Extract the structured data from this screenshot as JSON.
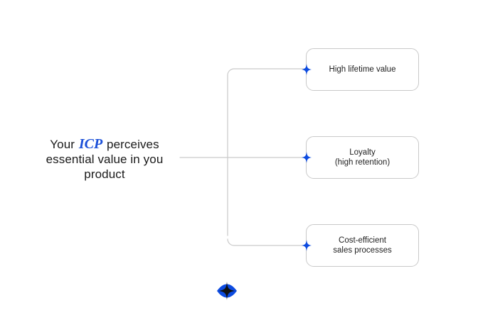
{
  "diagram": {
    "type": "mind-map",
    "background_color": "#ffffff",
    "accent_color": "#1a4fd8",
    "line_color": "#c9c9c9",
    "text_color": "#1f1f1f",
    "root": {
      "text_before": "Your ",
      "highlight": "ICP",
      "text_after": " perceives essential value in you product",
      "full_text": "Your ICP perceives essential value in you product"
    },
    "branches": [
      {
        "id": "high-lifetime-value",
        "label": "High lifetime value",
        "marker": "sparkle-icon"
      },
      {
        "id": "loyalty",
        "label": "Loyalty\n(high retention)",
        "marker": "sparkle-icon"
      },
      {
        "id": "cost-efficient-sales",
        "label": "Cost-efficient\nsales processes",
        "marker": "sparkle-icon"
      }
    ],
    "brand_mark": {
      "name": "diamond-eye-logo",
      "outer_color": "#0d4be0",
      "inner_color": "#111111"
    }
  }
}
